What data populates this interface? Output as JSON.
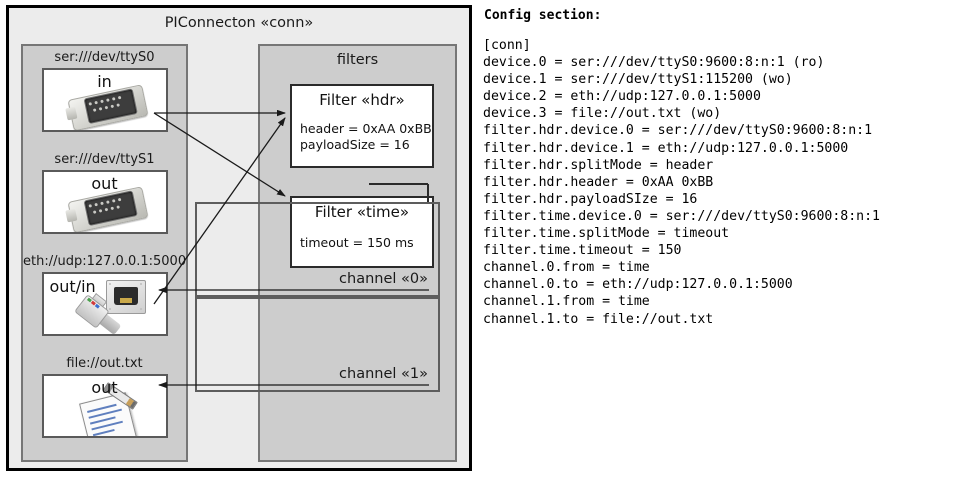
{
  "diagram": {
    "title": "PIConnecton «conn»",
    "devices_panel": {
      "groups": [
        {
          "label": "ser:///dev/ttyS0",
          "direction": "in",
          "icon": "serial-port-icon"
        },
        {
          "label": "ser:///dev/ttyS1",
          "direction": "out",
          "icon": "serial-port-icon"
        },
        {
          "label": "eth://udp:127.0.0.1:5000",
          "direction": "out/in",
          "icon": "ethernet-icon"
        },
        {
          "label": "file://out.txt",
          "direction": "out",
          "icon": "text-file-icon"
        }
      ]
    },
    "filters_panel": {
      "title": "filters",
      "filters": [
        {
          "title": "Filter «hdr»",
          "lines": [
            "header = 0xAA 0xBB",
            "payloadSize = 16"
          ]
        },
        {
          "title": "Filter «time»",
          "lines": [
            "timeout = 150 ms"
          ]
        }
      ],
      "channels": [
        {
          "label": "channel «0»"
        },
        {
          "label": "channel «1»"
        }
      ]
    }
  },
  "config": {
    "title": "Config section:",
    "text": "[conn]\ndevice.0 = ser:///dev/ttyS0:9600:8:n:1 (ro)\ndevice.1 = ser:///dev/ttyS1:115200 (wo)\ndevice.2 = eth://udp:127.0.0.1:5000\ndevice.3 = file://out.txt (wo)\nfilter.hdr.device.0 = ser:///dev/ttyS0:9600:8:n:1\nfilter.hdr.device.1 = eth://udp:127.0.0.1:5000\nfilter.hdr.splitMode = header\nfilter.hdr.header = 0xAA 0xBB\nfilter.hdr.payloadSIze = 16\nfilter.time.device.0 = ser:///dev/ttyS0:9600:8:n:1\nfilter.time.splitMode = timeout\nfilter.time.timeout = 150\nchannel.0.from = time\nchannel.0.to = eth://udp:127.0.0.1:5000\nchannel.1.from = time\nchannel.1.to = file://out.txt"
  },
  "colors": {
    "canvas": "#ffffff",
    "diagram_bg": "#ececec",
    "panel_bg": "#cdcdcd",
    "box_bg": "#ffffff",
    "outline": "#000000"
  }
}
